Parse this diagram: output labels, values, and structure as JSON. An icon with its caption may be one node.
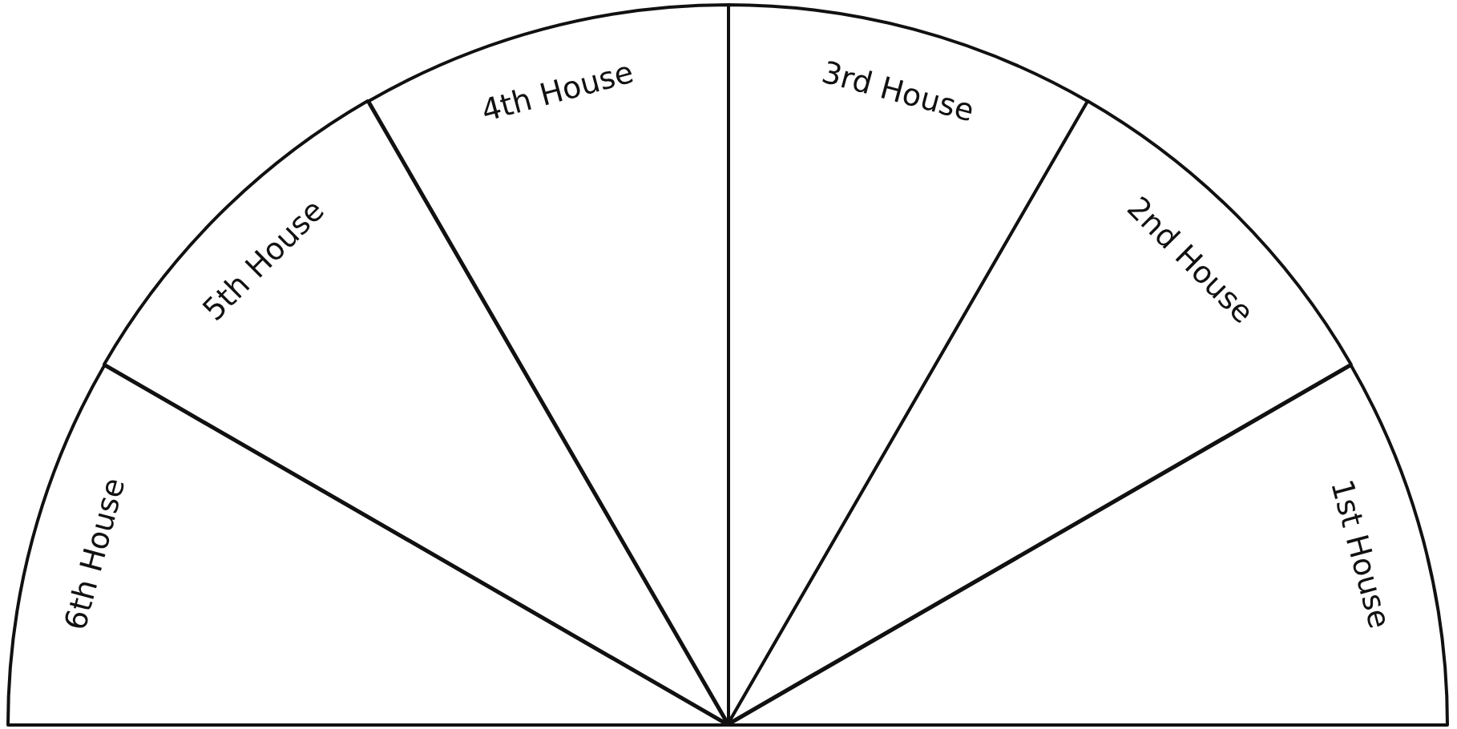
{
  "diagram": {
    "nodes": [
      {
        "text": [
          "1st House"
        ]
      },
      {
        "text": [
          "2nd House"
        ]
      },
      {
        "text": [
          "3rd House"
        ]
      },
      {
        "text": [
          "4th House"
        ]
      },
      {
        "text": [
          "5th House"
        ]
      },
      {
        "text": [
          "6th House"
        ]
      }
    ],
    "edges": []
  }
}
